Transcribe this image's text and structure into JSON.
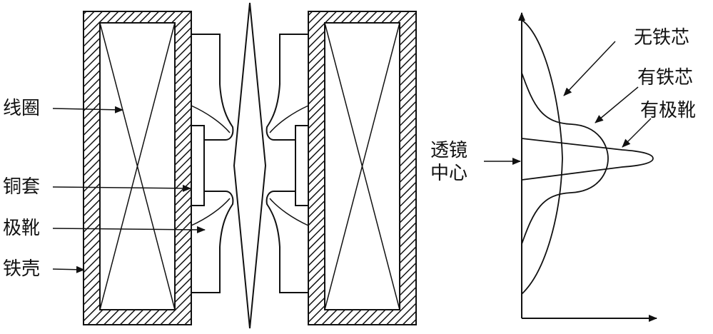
{
  "labels": {
    "coil": "线圈",
    "copper_sleeve": "铜套",
    "pole_piece": "极靴",
    "iron_shell": "铁壳",
    "lens_center_line1": "透镜",
    "lens_center_line2": "中心",
    "no_iron_core": "无铁芯",
    "with_iron_core": "有铁芯",
    "with_pole_piece": "有极靴"
  },
  "colors": {
    "ink": "#111111",
    "background": "#ffffff"
  }
}
